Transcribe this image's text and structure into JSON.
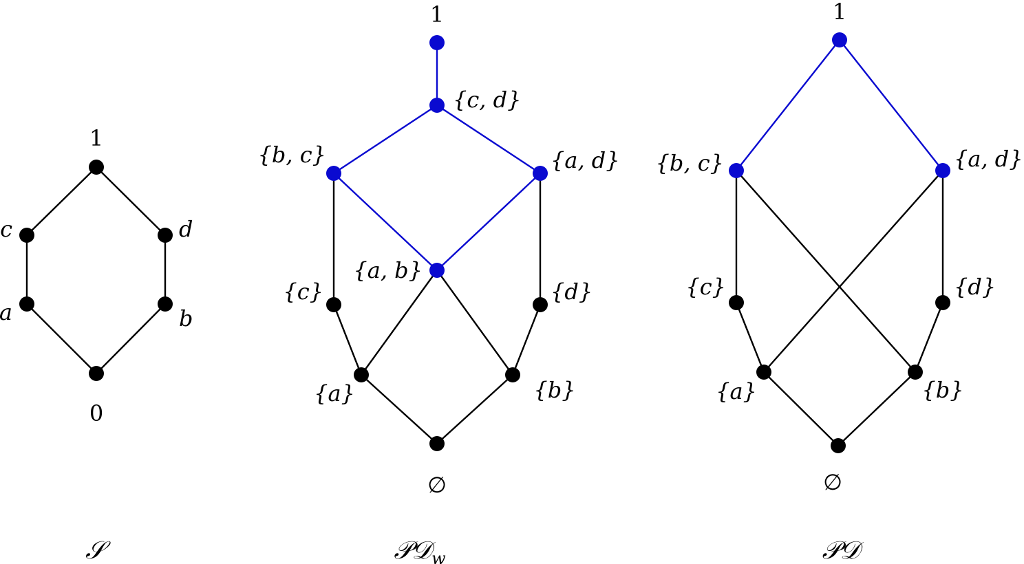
{
  "colors": {
    "black": "#000000",
    "blue": "#0a0ad0"
  },
  "diagrams": [
    {
      "id": "S",
      "caption": "𝒮",
      "caption_sub": "",
      "nodes": [
        {
          "id": "top",
          "label": "1",
          "color": "black"
        },
        {
          "id": "c",
          "label": "c",
          "color": "black"
        },
        {
          "id": "d",
          "label": "d",
          "color": "black"
        },
        {
          "id": "a",
          "label": "a",
          "color": "black"
        },
        {
          "id": "b",
          "label": "b",
          "color": "black"
        },
        {
          "id": "bottom",
          "label": "0",
          "color": "black"
        }
      ],
      "edges": [
        {
          "from": "top",
          "to": "c",
          "color": "black"
        },
        {
          "from": "top",
          "to": "d",
          "color": "black"
        },
        {
          "from": "c",
          "to": "a",
          "color": "black"
        },
        {
          "from": "d",
          "to": "b",
          "color": "black"
        },
        {
          "from": "a",
          "to": "bottom",
          "color": "black"
        },
        {
          "from": "b",
          "to": "bottom",
          "color": "black"
        }
      ]
    },
    {
      "id": "PDw",
      "caption": "𝒫𝒟",
      "caption_sub": "w",
      "nodes": [
        {
          "id": "top",
          "label": "1",
          "color": "blue"
        },
        {
          "id": "cd",
          "label": "{c, d}",
          "color": "blue"
        },
        {
          "id": "bc",
          "label": "{b, c}",
          "color": "blue"
        },
        {
          "id": "ad",
          "label": "{a, d}",
          "color": "blue"
        },
        {
          "id": "ab",
          "label": "{a, b}",
          "color": "blue"
        },
        {
          "id": "c",
          "label": "{c}",
          "color": "black"
        },
        {
          "id": "d",
          "label": "{d}",
          "color": "black"
        },
        {
          "id": "a",
          "label": "{a}",
          "color": "black"
        },
        {
          "id": "b",
          "label": "{b}",
          "color": "black"
        },
        {
          "id": "empty",
          "label": "∅",
          "color": "black"
        }
      ],
      "edges": [
        {
          "from": "top",
          "to": "cd",
          "color": "blue"
        },
        {
          "from": "cd",
          "to": "bc",
          "color": "blue"
        },
        {
          "from": "cd",
          "to": "ad",
          "color": "blue"
        },
        {
          "from": "bc",
          "to": "ab",
          "color": "blue"
        },
        {
          "from": "ad",
          "to": "ab",
          "color": "blue"
        },
        {
          "from": "bc",
          "to": "c",
          "color": "black"
        },
        {
          "from": "ad",
          "to": "d",
          "color": "black"
        },
        {
          "from": "ab",
          "to": "a",
          "color": "black"
        },
        {
          "from": "ab",
          "to": "b",
          "color": "black"
        },
        {
          "from": "c",
          "to": "a",
          "color": "black"
        },
        {
          "from": "d",
          "to": "b",
          "color": "black"
        },
        {
          "from": "a",
          "to": "empty",
          "color": "black"
        },
        {
          "from": "b",
          "to": "empty",
          "color": "black"
        }
      ]
    },
    {
      "id": "PD",
      "caption": "𝒫𝒟",
      "caption_sub": "",
      "nodes": [
        {
          "id": "top",
          "label": "1",
          "color": "blue"
        },
        {
          "id": "bc",
          "label": "{b, c}",
          "color": "blue"
        },
        {
          "id": "ad",
          "label": "{a, d}",
          "color": "blue"
        },
        {
          "id": "c",
          "label": "{c}",
          "color": "black"
        },
        {
          "id": "d",
          "label": "{d}",
          "color": "black"
        },
        {
          "id": "a",
          "label": "{a}",
          "color": "black"
        },
        {
          "id": "b",
          "label": "{b}",
          "color": "black"
        },
        {
          "id": "empty",
          "label": "∅",
          "color": "black"
        }
      ],
      "edges": [
        {
          "from": "top",
          "to": "bc",
          "color": "blue"
        },
        {
          "from": "top",
          "to": "ad",
          "color": "blue"
        },
        {
          "from": "bc",
          "to": "c",
          "color": "black"
        },
        {
          "from": "bc",
          "to": "b",
          "color": "black"
        },
        {
          "from": "ad",
          "to": "d",
          "color": "black"
        },
        {
          "from": "ad",
          "to": "a",
          "color": "black"
        },
        {
          "from": "c",
          "to": "a",
          "color": "black"
        },
        {
          "from": "d",
          "to": "b",
          "color": "black"
        },
        {
          "from": "a",
          "to": "empty",
          "color": "black"
        },
        {
          "from": "b",
          "to": "empty",
          "color": "black"
        }
      ]
    }
  ]
}
